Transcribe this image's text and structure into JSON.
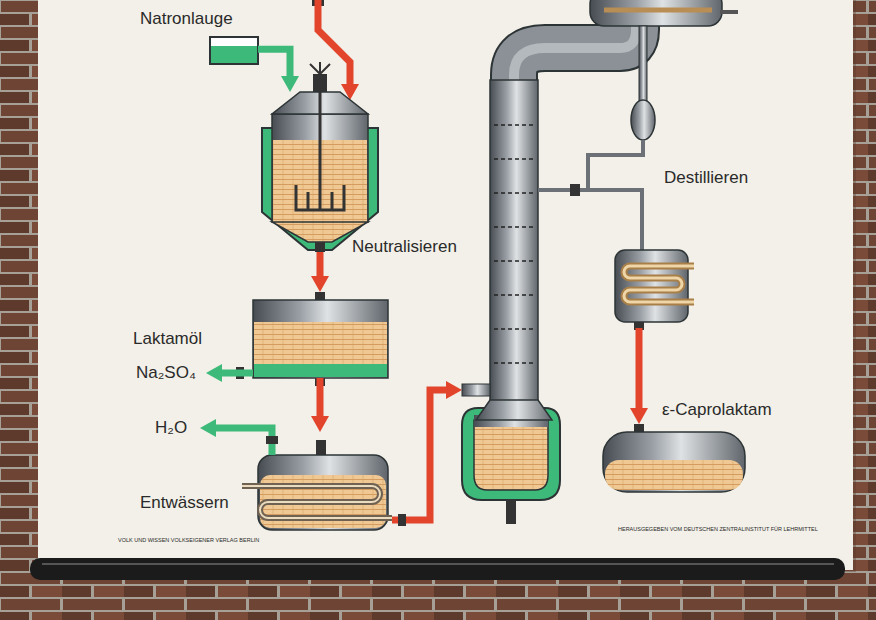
{
  "diagram": {
    "nodes": [
      {
        "text": [
          "Natronlauge"
        ]
      },
      {
        "text": [
          "Neutralisieren"
        ]
      },
      {
        "text": [
          "Laktamöl"
        ]
      },
      {
        "text": [
          "Entwässern"
        ]
      },
      {
        "text": [
          "Destillieren"
        ]
      },
      {
        "text": [
          "ε-Caprolaktam"
        ]
      }
    ],
    "edges": [
      {
        "from": 0,
        "to": 1,
        "arrow": "to"
      },
      {
        "from": 1,
        "to": 2,
        "arrow": "to"
      },
      {
        "from": 2,
        "to": 3,
        "arrow": "to"
      },
      {
        "from": 4,
        "to": 5,
        "arrow": "to"
      }
    ],
    "labels": [
      "Na₂SO₄",
      "H₂O",
      "VOLK UND WISSEN VOLKSEIGENER VERLAG BERLIN",
      "HERAUSGEGEBEN VOM DEUTSCHEN ZENTRALINSTITUT FÜR LEHRMITTEL"
    ]
  }
}
